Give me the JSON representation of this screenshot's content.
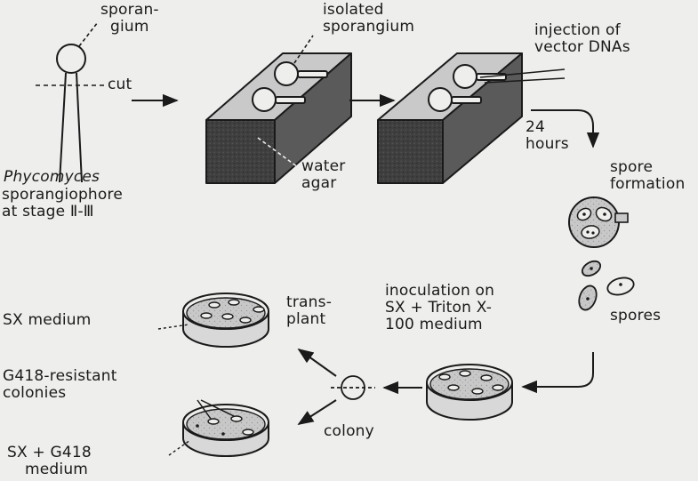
{
  "labels": {
    "sporangium": [
      "sporan-",
      "gium"
    ],
    "cut": "cut",
    "isolated_sporangium": [
      "isolated",
      "sporangium"
    ],
    "injection": [
      "injection of",
      "vector DNAs"
    ],
    "water_agar": [
      "water",
      "agar"
    ],
    "hours": [
      "24",
      "hours"
    ],
    "spore_formation": [
      "spore",
      "formation"
    ],
    "phycomyces": "Phycomyces",
    "sporangiophore": [
      "sporangiophore",
      "at stage Ⅱ-Ⅲ"
    ],
    "spores": "spores",
    "inoculation": [
      "inoculation on",
      "SⅩ + Triton X-",
      "100 medium"
    ],
    "transplant": [
      "trans-",
      "plant"
    ],
    "siv_medium": "SⅩ medium",
    "g418_colonies": [
      "G418-resistant",
      "colonies"
    ],
    "colony": "colony",
    "siv_g418": [
      "SⅩ + G418",
      "medium"
    ]
  },
  "colors": {
    "ink": "#1a1a1a",
    "background": "#eeeeec",
    "block_front": "#3f3f3f",
    "block_top": "#c9c9c9",
    "plate_fill": "#c6c6c6"
  }
}
